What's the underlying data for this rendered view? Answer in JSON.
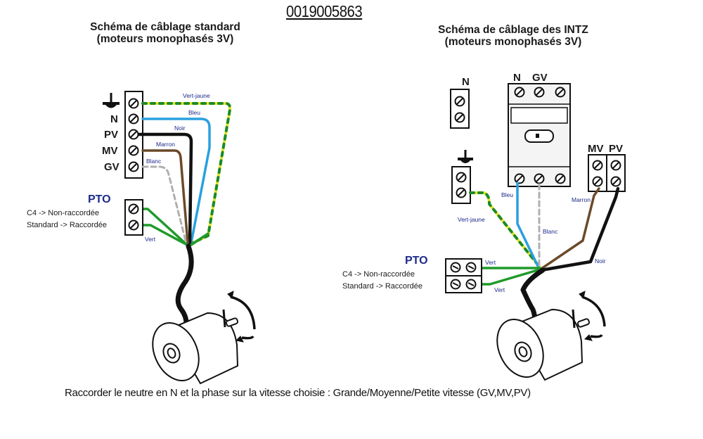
{
  "document_id": "0019005863",
  "left_diagram": {
    "title": "Schéma de câblage standard",
    "subtitle": "(moteurs monophasés 3V)",
    "terminals": [
      "earth-icon",
      "N",
      "PV",
      "MV",
      "GV"
    ],
    "wire_labels": {
      "earth": "Vert-jaune",
      "neutral": "Bleu",
      "pv": "Noir",
      "mv": "Marron",
      "gv": "Blanc",
      "pto": "Vert"
    },
    "pto": {
      "label": "PTO",
      "line1": "C4 -> Non-raccordée",
      "line2": "Standard -> Raccordée"
    }
  },
  "right_diagram": {
    "title": "Schéma de câblage des INTZ",
    "subtitle": "(moteurs monophasés 3V)",
    "n_block_label": "N",
    "module_labels": {
      "n": "N",
      "gv": "GV"
    },
    "mv_label": "MV",
    "pv_label": "PV",
    "wire_labels": {
      "neutral": "Bleu",
      "earth": "Vert-jaune",
      "white": "Blanc",
      "brown": "Marron",
      "black": "Noir",
      "pto_top": "Vert",
      "pto_bottom": "Vert"
    },
    "pto": {
      "label": "PTO",
      "line1": "C4 -> Non-raccordée",
      "line2": "Standard -> Raccordée"
    }
  },
  "footer": "Raccorder le neutre en N et la phase sur la vitesse choisie : Grande/Moyenne/Petite vitesse (GV,MV,PV)",
  "colors": {
    "earth_green": "#1a8a2a",
    "earth_yellow": "#e6e62a",
    "blue": "#2aa0e0",
    "black": "#111111",
    "brown": "#6b4a2a",
    "white_wire": "#b0b0b0",
    "green": "#1f9a2a",
    "label_blue": "#1c2a8a"
  }
}
